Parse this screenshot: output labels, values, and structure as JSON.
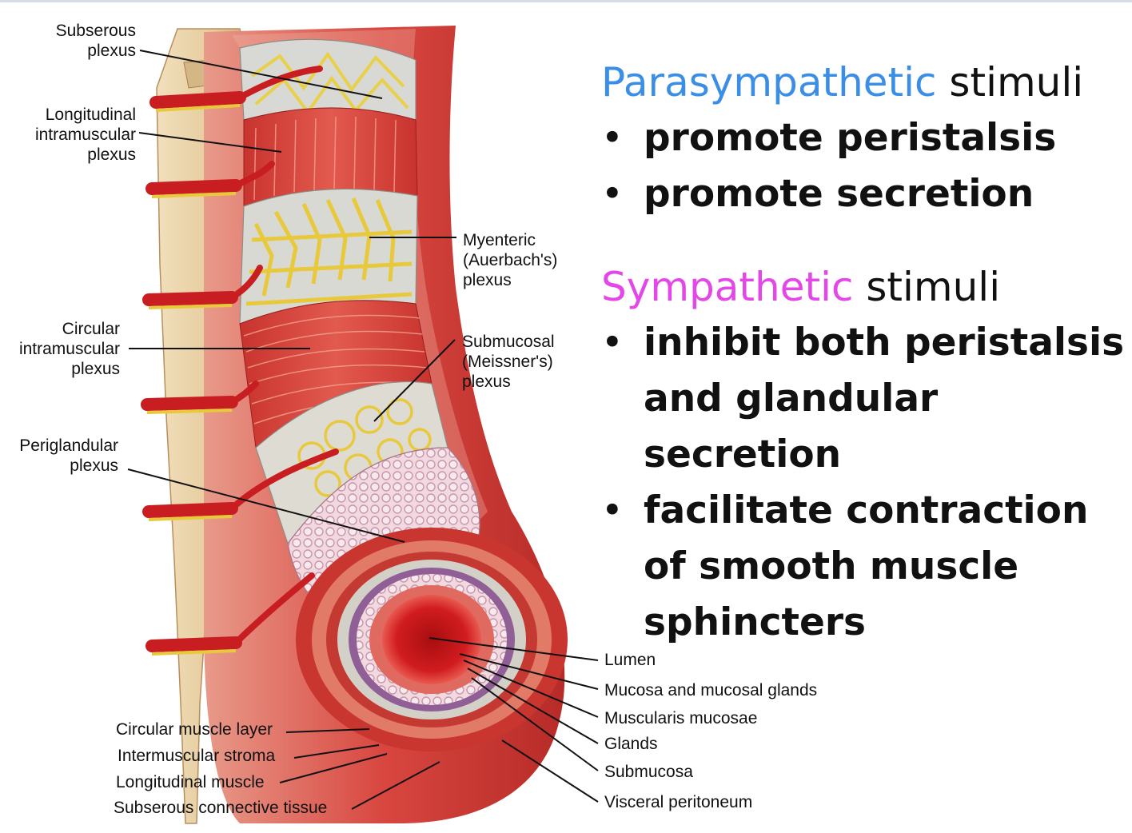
{
  "illustration": {
    "labels": {
      "subserous_plexus": "Subserous\nplexus",
      "longitudinal_intramuscular_plexus": "Longitudinal\nintramuscular\nplexus",
      "myenteric_plexus": "Myenteric\n(Auerbach's)\nplexus",
      "circular_intramuscular_plexus": "Circular\nintramuscular\nplexus",
      "submucosal_plexus": "Submucosal\n(Meissner's)\nplexus",
      "periglandular_plexus": "Periglandular\nplexus",
      "lumen": "Lumen",
      "mucosa_glands": "Mucosa and mucosal glands",
      "muscularis_mucosae": "Muscularis mucosae",
      "glands": "Glands",
      "submucosa": "Submucosa",
      "visceral_peritoneum": "Visceral peritoneum",
      "circular_muscle_layer": "Circular muscle layer",
      "intermuscular_stroma": "Intermuscular stroma",
      "longitudinal_muscle": "Longitudinal muscle",
      "subserous_connective_tissue": "Subserous connective tissue"
    }
  },
  "text_panel": {
    "parasympathetic": {
      "keyword": "Parasympathetic",
      "rest": " stimuli",
      "bullets": [
        "promote peristalsis",
        "promote secretion"
      ]
    },
    "sympathetic": {
      "keyword": "Sympathetic",
      "rest": " stimuli",
      "bullets": [
        "inhibit both peristalsis and glandular secretion",
        "facilitate contraction of smooth muscle sphincters"
      ]
    }
  },
  "colors": {
    "parasympathetic_keyword": "#3b8ee6",
    "sympathetic_keyword": "#e447e8",
    "muscle_red": "#d8463f",
    "nerve_yellow": "#e8d04a",
    "mesentery_tan": "#e9d1a8"
  }
}
